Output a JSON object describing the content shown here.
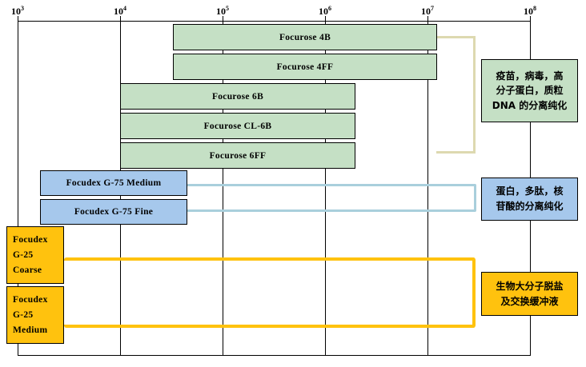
{
  "chart_data": {
    "type": "bar",
    "orientation": "horizontal",
    "title": "",
    "xlabel": "",
    "ylabel": "",
    "xscale": "log",
    "xlim": [
      1000,
      100000000
    ],
    "grid": true,
    "legend_position": "right-callouts",
    "axis": {
      "ticks": [
        {
          "label_base": "10",
          "label_exp": "3",
          "value": 1000
        },
        {
          "label_base": "10",
          "label_exp": "4",
          "value": 10000
        },
        {
          "label_base": "10",
          "label_exp": "5",
          "value": 100000
        },
        {
          "label_base": "10",
          "label_exp": "6",
          "value": 1000000
        },
        {
          "label_base": "10",
          "label_exp": "7",
          "value": 10000000
        },
        {
          "label_base": "10",
          "label_exp": "8",
          "value": 100000000
        }
      ]
    },
    "series": [
      {
        "name": "Focurose 4B",
        "group": "agarose",
        "x_start": 60000,
        "x_end": 20000000,
        "color": "#c5e0c5"
      },
      {
        "name": "Focurose 4FF",
        "group": "agarose",
        "x_start": 60000,
        "x_end": 20000000,
        "color": "#c5e0c5"
      },
      {
        "name": "Focurose 6B",
        "group": "agarose",
        "x_start": 10000,
        "x_end": 4000000,
        "color": "#c5e0c5"
      },
      {
        "name": "Focurose CL-6B",
        "group": "agarose",
        "x_start": 10000,
        "x_end": 4000000,
        "color": "#c5e0c5"
      },
      {
        "name": "Focurose 6FF",
        "group": "agarose",
        "x_start": 10000,
        "x_end": 4000000,
        "color": "#c5e0c5"
      },
      {
        "name": "Focudex G-75 Medium",
        "group": "dextran",
        "x_start": 1800,
        "x_end": 52000,
        "color": "#a6c8ec"
      },
      {
        "name": "Focudex G-75 Fine",
        "group": "dextran",
        "x_start": 1800,
        "x_end": 52000,
        "color": "#a6c8ec"
      },
      {
        "name": "Focudex G-25 Coarse",
        "group": "desalt",
        "x_start": 1000,
        "x_end": 2400,
        "color": "#ffc20e"
      },
      {
        "name": "Focudex G-25 Medium",
        "group": "desalt",
        "x_start": 1000,
        "x_end": 2400,
        "color": "#ffc20e"
      }
    ],
    "annotations": [
      {
        "group": "agarose",
        "lines": [
          "疫苗，病毒，高",
          "分子蛋白，质粒",
          "DNA 的分离纯化"
        ],
        "color": "#c5e0c5"
      },
      {
        "group": "dextran",
        "lines": [
          "蛋白，多肽，核",
          "苷酸的分离纯化"
        ],
        "color": "#a6c8ec"
      },
      {
        "group": "desalt",
        "lines": [
          "生物大分子脱盐",
          "及交换缓冲液"
        ],
        "color": "#ffc20e"
      }
    ]
  },
  "bars": {
    "b0": "Focurose 4B",
    "b1": "Focurose 4FF",
    "b2": "Focurose 6B",
    "b3": "Focurose CL-6B",
    "b4": "Focurose 6FF",
    "b5": "Focudex G-75 Medium",
    "b6": "Focudex G-75 Fine",
    "b7_l1": "Focudex",
    "b7_l2": "G-25",
    "b7_l3": "Coarse",
    "b8_l1": "Focudex",
    "b8_l2": "G-25",
    "b8_l3": "Medium"
  },
  "ticks": {
    "t0_base": "10",
    "t0_exp": "3",
    "t1_base": "10",
    "t1_exp": "4",
    "t2_base": "10",
    "t2_exp": "5",
    "t3_base": "10",
    "t3_exp": "6",
    "t4_base": "10",
    "t4_exp": "7",
    "t5_base": "10",
    "t5_exp": "8"
  },
  "callouts": {
    "green_l1": "疫苗，病毒，高",
    "green_l2": "分子蛋白，质粒",
    "green_l3": "DNA 的分离纯化",
    "blue_l1": "蛋白，多肽，核",
    "blue_l2": "苷酸的分离纯化",
    "gold_l1": "生物大分子脱盐",
    "gold_l2": "及交换缓冲液"
  },
  "colors": {
    "green_fill": "#c5e0c5",
    "blue_fill": "#a6c8ec",
    "gold_fill": "#ffc20e",
    "green_bracket": "#ddd9b0",
    "blue_bracket": "#a9cfdc",
    "gold_bracket": "#ffc20e",
    "outline": "#000000"
  }
}
